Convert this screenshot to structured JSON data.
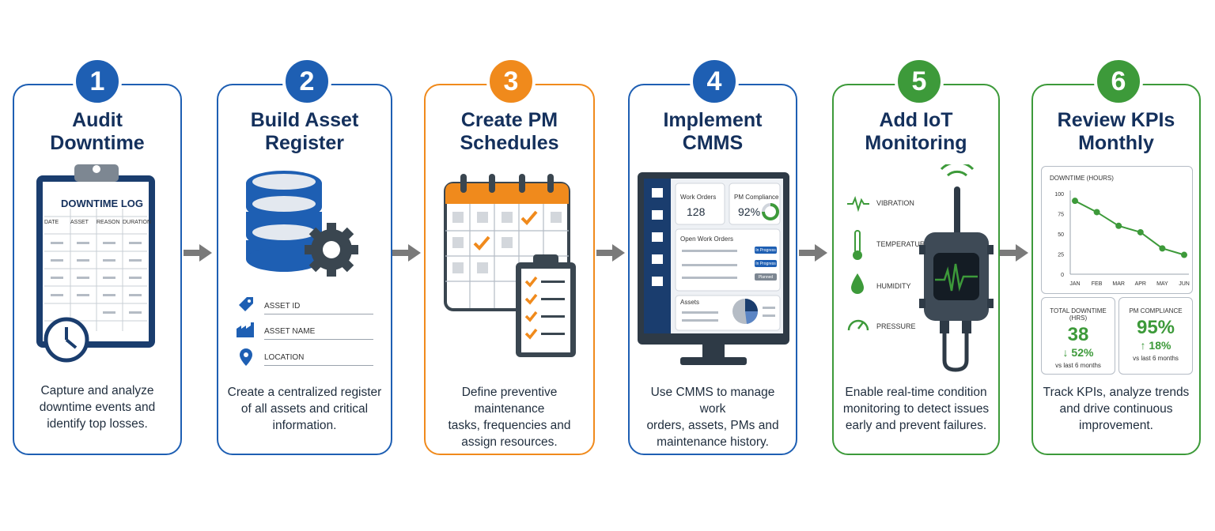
{
  "steps": [
    {
      "number": "1",
      "title": "Audit\nDowntime",
      "description": "Capture and analyze\ndowntime events and\nidentify top losses."
    },
    {
      "number": "2",
      "title": "Build Asset\nRegister",
      "description": "Create a centralized register\nof all assets and critical\ninformation."
    },
    {
      "number": "3",
      "title": "Create PM\nSchedules",
      "description": "Define preventive maintenance\ntasks, frequencies and\nassign resources."
    },
    {
      "number": "4",
      "title": "Implement\nCMMS",
      "description": "Use CMMS to manage work\norders, assets, PMs and\nmaintenance history."
    },
    {
      "number": "5",
      "title": "Add IoT\nMonitoring",
      "description": "Enable real-time condition\nmonitoring to detect issues\nearly and prevent failures."
    },
    {
      "number": "6",
      "title": "Review KPIs\nMonthly",
      "description": "Track KPIs, analyze trends\nand drive continuous\nimprovement."
    }
  ],
  "log": {
    "title": "DOWNTIME LOG",
    "columns": [
      "DATE",
      "ASSET",
      "REASON",
      "DURATION"
    ]
  },
  "register": {
    "fields": [
      "ASSET ID",
      "ASSET NAME",
      "LOCATION"
    ]
  },
  "cmms": {
    "work_orders_label": "Work Orders",
    "work_orders_value": "128",
    "pm_label": "PM Compliance",
    "pm_value": "92%",
    "open_label": "Open Work Orders",
    "statuses": [
      "In Progress",
      "In Progress",
      "Planned"
    ],
    "assets_label": "Assets"
  },
  "iot": {
    "sensors": [
      "VIBRATION",
      "TEMPERATURE",
      "HUMIDITY",
      "PRESSURE"
    ]
  },
  "kpi": {
    "chart_title": "DOWNTIME (HOURS)",
    "total_label": "TOTAL DOWNTIME (HRS)",
    "total_value": "38",
    "total_change": "52%",
    "total_note": "vs last 6 months",
    "pm_label": "PM COMPLIANCE",
    "pm_value": "95%",
    "pm_change": "18%",
    "pm_note": "vs last 6 months"
  },
  "chart_data": {
    "type": "line",
    "title": "DOWNTIME (HOURS)",
    "categories": [
      "JAN",
      "FEB",
      "MAR",
      "APR",
      "MAY",
      "JUN"
    ],
    "y_ticks": [
      "100",
      "75",
      "50",
      "25",
      "0"
    ],
    "values": [
      91,
      77,
      60,
      52,
      32,
      24
    ],
    "ylim": [
      0,
      100
    ],
    "color": "#3d9a3a"
  },
  "colors": {
    "blue": "#1e5fb3",
    "navy": "#14305c",
    "orange": "#f08a1c",
    "green": "#3d9a3a",
    "gray": "#7a7a7a"
  }
}
